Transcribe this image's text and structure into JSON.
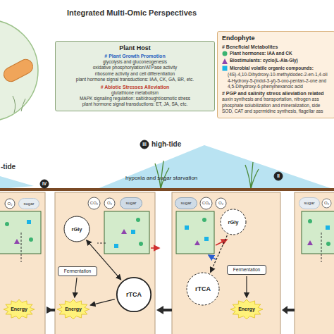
{
  "diagram": {
    "title": "Integrated Multi-Omic Perspectives",
    "nodes": [
      {
        "text": [
          "Plant Host",
          "# Plant Growth Promotion",
          "glycolysis and gluconeogenesis",
          "oxidative phosphorylation/ATPase activity",
          "ribosome activity and cell differentiation",
          "plant hormone signal transductions: IAA, CK, GA, BR, etc.",
          "# Abiotic Stresses Alleviation",
          "glutathione metabolism",
          "MAPK signaling regulation: salt/drought/osmotic stress",
          "plant hormone signal transductions: ET, JA, SA, etc."
        ]
      },
      {
        "text": [
          "Endophyte",
          "# Beneficial Metabolites",
          "(4S)-4,10-Dihydroxy-10-methyldodec-2-en-1,4-oli",
          "4-Hydroxy-5-(indol-3-yl)-5-oxo-pentan-2-one and",
          "4,5-Dihydroxy-6-phenylhexanoic acid",
          "# PGP and salinity stress alleviation related",
          "auxin synthesis and transportation, nitrogen ass",
          "phosphate solubilization and mineralization, side",
          "SOD, CAT and spermidine synthesis, flagellar ass"
        ]
      },
      {
        "text": [
          "III"
        ]
      },
      {
        "text": [
          "II"
        ]
      },
      {
        "text": [
          "IV"
        ]
      },
      {
        "text": [
          "O₂"
        ]
      },
      {
        "text": [
          "sugar"
        ]
      },
      {
        "text": [
          "Energy"
        ]
      },
      {
        "text": [
          "CO₂"
        ]
      },
      {
        "text": [
          "O₂"
        ]
      },
      {
        "text": [
          "sugar"
        ]
      },
      {
        "text": [
          "rGly"
        ]
      },
      {
        "text": [
          "Fermentation"
        ]
      },
      {
        "text": [
          "rTCA"
        ]
      },
      {
        "text": [
          "Energy"
        ]
      },
      {
        "text": [
          "sugar"
        ]
      },
      {
        "text": [
          "CO₂"
        ]
      },
      {
        "text": [
          "O₂"
        ]
      },
      {
        "text": [
          "rGly"
        ]
      },
      {
        "text": [
          "rTCA"
        ]
      },
      {
        "text": [
          "Fermentation"
        ]
      },
      {
        "text": [
          "Energy"
        ]
      },
      {
        "text": [
          "sugar"
        ]
      },
      {
        "text": [
          "O₂"
        ]
      }
    ],
    "edges": [
      {
        "from": 11,
        "to": 13,
        "arrow": "both"
      },
      {
        "from": 12,
        "to": 14,
        "arrow": "to"
      },
      {
        "from": 13,
        "to": 14,
        "arrow": "to"
      },
      {
        "from": 18,
        "to": 19,
        "arrow": "to"
      },
      {
        "from": 20,
        "to": 21,
        "arrow": "to"
      }
    ],
    "labels": [
      "high-tide",
      "-tide",
      "hypoxia and sugar starvation"
    ],
    "legend": [
      {
        "text": "Plant hormones: IAA and CK",
        "color": "#3cb371"
      },
      {
        "text": "Biostimulants: cyclo(L-Ala-Gly)",
        "color": "#8e44ad"
      },
      {
        "text": "Microbial volatile organic compounds:",
        "color": "#1ab3e6"
      }
    ]
  }
}
